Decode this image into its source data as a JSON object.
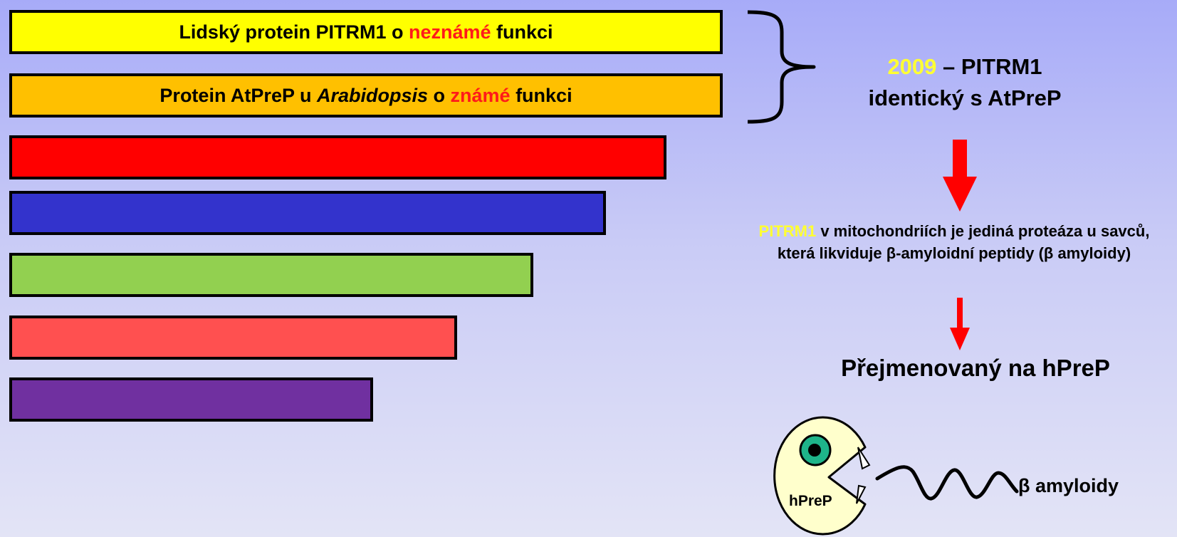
{
  "bars": [
    {
      "id": "bar-pitrm1",
      "color": "#ffff00",
      "parts": [
        {
          "text": "Lidský protein PITRM1 o ",
          "style": ""
        },
        {
          "text": "neznámé",
          "style": "hl-red"
        },
        {
          "text": " funkci",
          "style": ""
        }
      ]
    },
    {
      "id": "bar-atprep",
      "color": "#ffc000",
      "parts": [
        {
          "text": "Protein AtPreP u ",
          "style": ""
        },
        {
          "text": "Arabidopsis",
          "style": "italic"
        },
        {
          "text": " o ",
          "style": ""
        },
        {
          "text": "známé",
          "style": "hl-red"
        },
        {
          "text": " funkci",
          "style": ""
        }
      ]
    },
    {
      "id": "bar-red",
      "color": "#ff0000",
      "parts": []
    },
    {
      "id": "bar-blue",
      "color": "#3333cc",
      "parts": []
    },
    {
      "id": "bar-green",
      "color": "#92d050",
      "parts": []
    },
    {
      "id": "bar-salmon",
      "color": "#ff5050",
      "parts": []
    },
    {
      "id": "bar-purple",
      "color": "#7030a0",
      "parts": []
    }
  ],
  "summary": {
    "year": "2009",
    "line1_rest": " – PITRM1",
    "line2": "identický s AtPreP"
  },
  "description": {
    "highlight": "PITRM1",
    "text_after": " v mitochondriích je jediná proteáza u savců, která likviduje β-amyloidní peptidy (β amyloidy)"
  },
  "renamed": "Přejmenovaný na hPreP",
  "pacman": {
    "label": "hPreP"
  },
  "beta_label": "β amyloidy",
  "colors": {
    "arrow": "#ff0000",
    "highlight_yellow": "#ffff33",
    "highlight_red": "#ff1a1a"
  }
}
